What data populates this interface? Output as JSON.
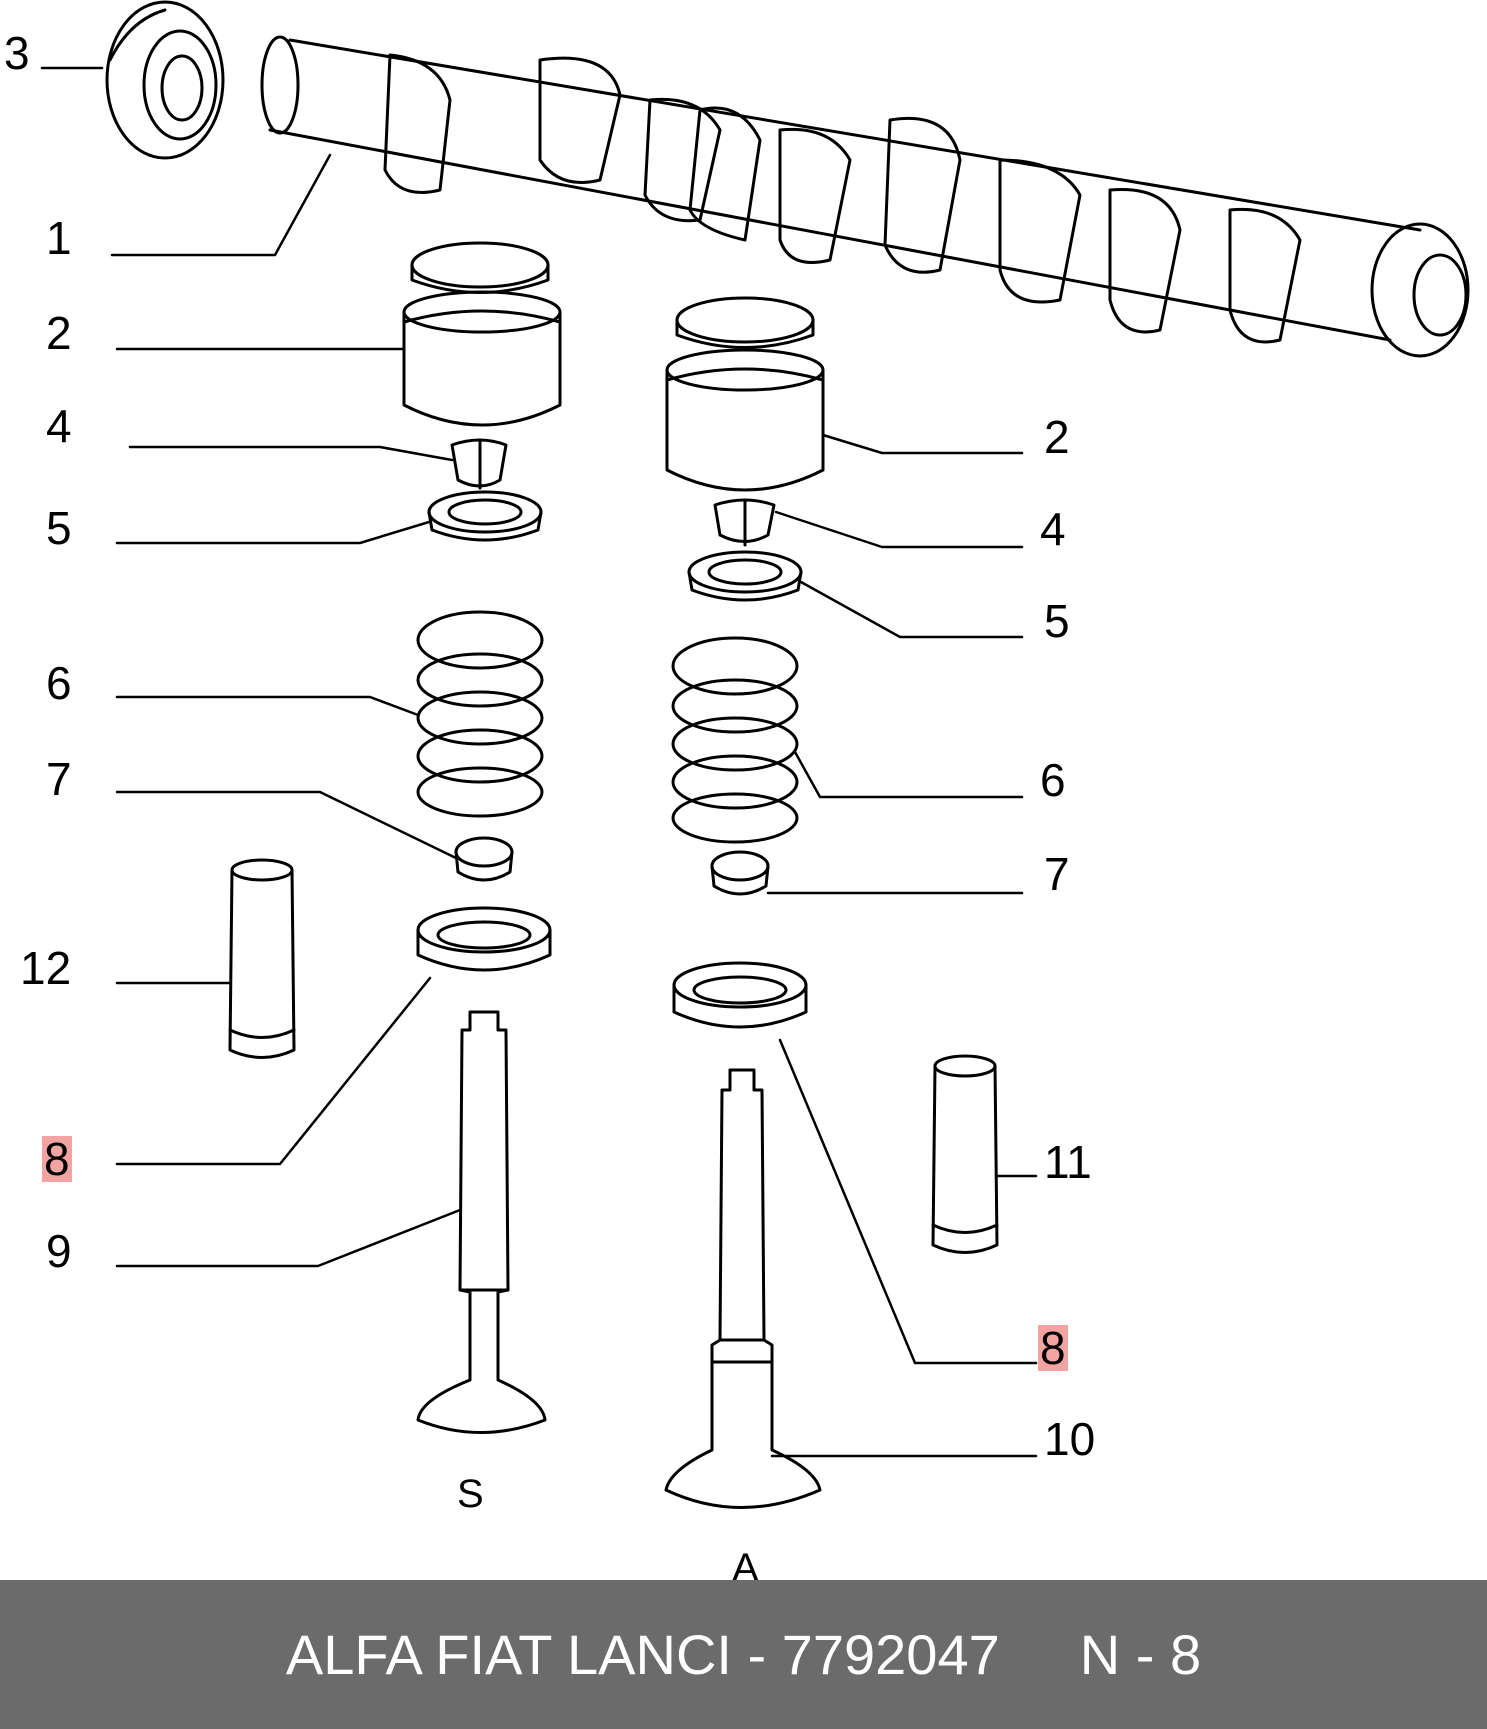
{
  "diagram": {
    "callouts": [
      "1",
      "2",
      "3",
      "4",
      "5",
      "6",
      "7",
      "8",
      "9",
      "10",
      "11",
      "12"
    ],
    "highlight_color": "#f4a3a3",
    "valve_labels": {
      "intake": "S",
      "exhaust": "A"
    }
  },
  "footer": {
    "brand_part": "ALFA FIAT LANCI - 7792047",
    "ref": "N - 8",
    "background": "#6b6b6b"
  }
}
